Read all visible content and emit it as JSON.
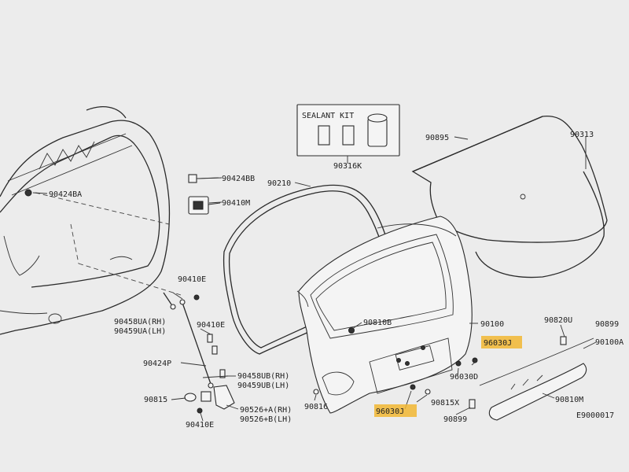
{
  "sealant_kit": {
    "title": "SEALANT KIT",
    "part_no": "90316K"
  },
  "labels": {
    "l90424BB": "90424BB",
    "l90424BA": "90424BA",
    "l90410M": "90410M",
    "l90210": "90210",
    "l90895": "90895",
    "l90313": "90313",
    "l90410E_a": "90410E",
    "l90458UA": "90458UA(RH)",
    "l90459UA": "90459UA(LH)",
    "l90410E_b": "90410E",
    "l90424P": "90424P",
    "l90810B": "90810B",
    "l90100": "90100",
    "l90820U": "90820U",
    "l90899_a": "90899",
    "l96030J_a": "96030J",
    "l90100A": "90100A",
    "l96030D": "96030D",
    "l90458UB": "90458UB(RH)",
    "l90459UB": "90459UB(LH)",
    "l90815X": "90815X",
    "l90815": "90815",
    "l90816": "90816",
    "l96030J_b": "96030J",
    "l90810M": "90810M",
    "l90526A": "90526+A(RH)",
    "l90526B": "90526+B(LH)",
    "l90899_b": "90899",
    "l90410E_c": "90410E",
    "code": "E9000017"
  },
  "colors": {
    "highlight": "#f2b733",
    "line": "#2a2a2a",
    "paper": "#ececec"
  }
}
